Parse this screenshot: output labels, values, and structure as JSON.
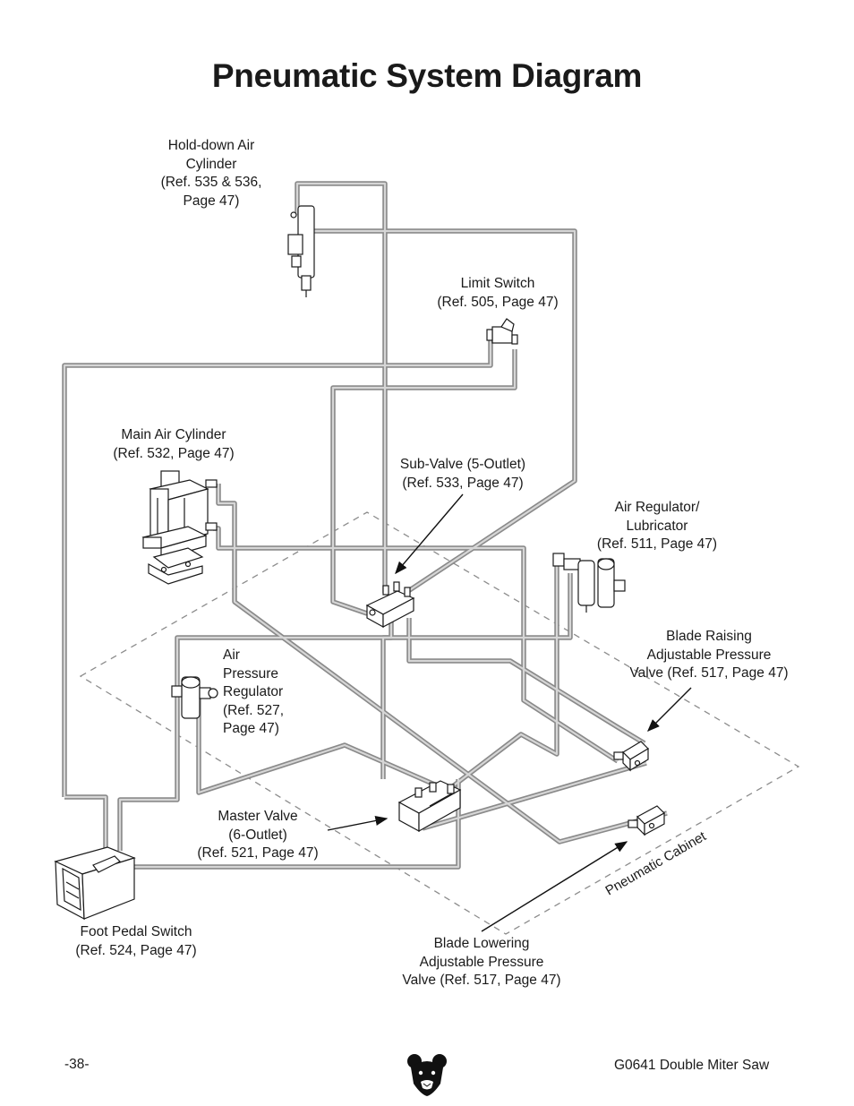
{
  "page": {
    "title": "Pneumatic System Diagram",
    "page_number": "-38-",
    "manual_title": "G0641 Double Miter Saw"
  },
  "labels": {
    "hold_down_air_cylinder": [
      "Hold-down Air",
      "Cylinder",
      "(Ref. 535 & 536,",
      "Page 47)"
    ],
    "limit_switch": [
      "Limit Switch",
      "(Ref. 505, Page 47)"
    ],
    "main_air_cylinder": [
      "Main Air Cylinder",
      "(Ref. 532, Page 47)"
    ],
    "sub_valve": [
      "Sub-Valve (5-Outlet)",
      "(Ref. 533, Page 47)"
    ],
    "air_regulator_lubricator": [
      "Air Regulator/",
      "Lubricator",
      "(Ref. 511, Page 47)"
    ],
    "blade_raising_valve": [
      "Blade Raising",
      "Adjustable Pressure",
      "Valve (Ref. 517, Page 47)"
    ],
    "air_pressure_regulator": [
      "Air",
      "Pressure",
      "Regulator",
      "(Ref. 527,",
      "Page 47)"
    ],
    "master_valve": [
      "Master Valve",
      "(6-Outlet)",
      "(Ref. 521, Page 47)"
    ],
    "foot_pedal_switch": [
      "Foot Pedal Switch",
      "(Ref. 524, Page 47)"
    ],
    "blade_lowering_valve": [
      "Blade Lowering",
      "Adjustable Pressure",
      "Valve (Ref. 517, Page 47)"
    ],
    "pneumatic_cabinet": "Pneumatic Cabinet"
  },
  "colors": {
    "hose": "#8a8a8a",
    "hose_core": "#d6d6d6",
    "ink": "#1a1a1a",
    "cabinet_outline": "#8c8c8c"
  },
  "icons": {
    "logo": "grizzly-bear-head-icon"
  }
}
